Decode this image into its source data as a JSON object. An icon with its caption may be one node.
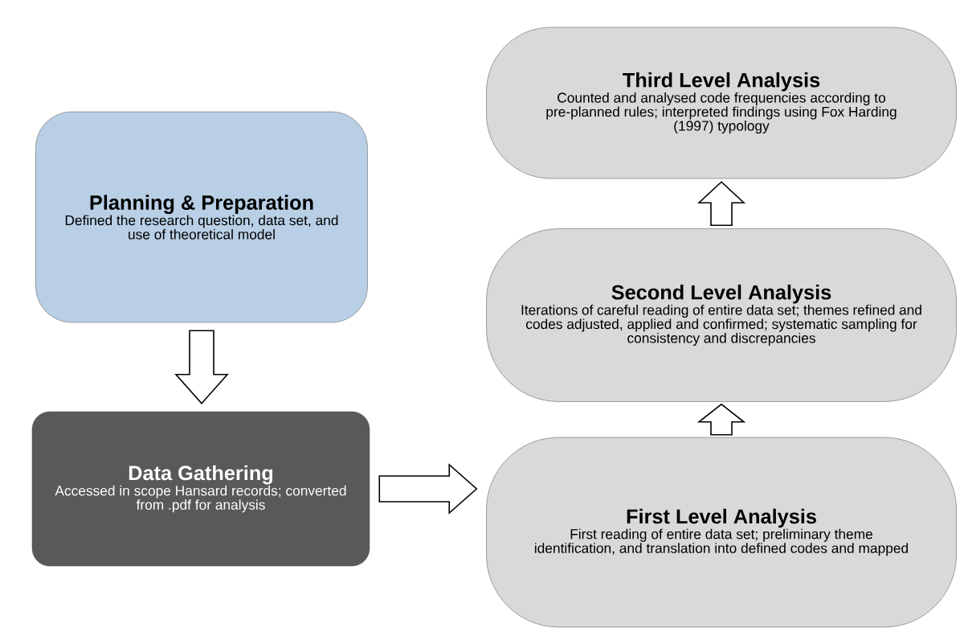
{
  "diagram": {
    "nodes": [
      {
        "text": [
          "Planning & Preparation",
          "Defined the research question, data set, and use of theoretical model"
        ]
      },
      {
        "text": [
          "Data Gathering",
          "Accessed in scope Hansard records; converted from .pdf for analysis"
        ]
      },
      {
        "text": [
          "First Level Analysis",
          "First reading of entire data set; preliminary theme identification, and translation into defined codes and mapped"
        ]
      },
      {
        "text": [
          "Second Level Analysis",
          "Iterations of careful reading of entire data set; themes refined and codes adjusted, applied and confirmed; systematic sampling for consistency and discrepancies"
        ]
      },
      {
        "text": [
          "Third Level Analysis",
          "Counted and analysed code frequencies according to pre-planned rules; interpreted findings using Fox Harding (1997) typology"
        ]
      }
    ],
    "edges": [
      {
        "from": 0,
        "to": 1,
        "arrow": "to"
      },
      {
        "from": 1,
        "to": 2,
        "arrow": "to"
      },
      {
        "from": 2,
        "to": 3,
        "arrow": "to"
      },
      {
        "from": 3,
        "to": 4,
        "arrow": "to"
      }
    ]
  }
}
